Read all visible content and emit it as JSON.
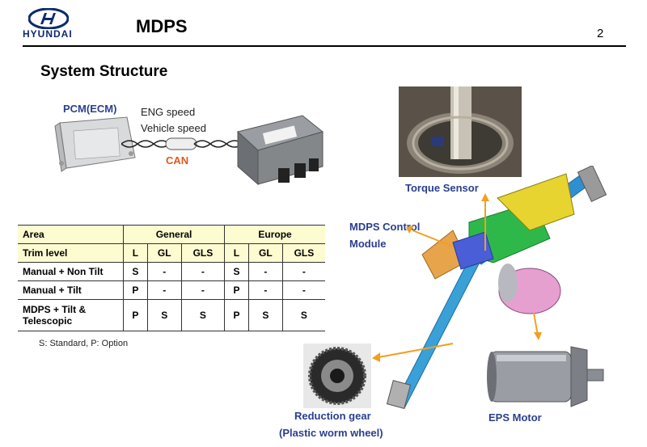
{
  "header": {
    "brand": "HYUNDAI",
    "title": "MDPS",
    "page_number": "2"
  },
  "section_title": "System Structure",
  "diagram": {
    "pcm_label": "PCM(ECM)",
    "eng_speed": "ENG speed",
    "vehicle_speed": "Vehicle speed",
    "can_label": "CAN"
  },
  "table": {
    "header1": [
      "Area",
      "General",
      "Europe"
    ],
    "header2": [
      "Trim level",
      "L",
      "GL",
      "GLS",
      "L",
      "GL",
      "GLS"
    ],
    "rows": [
      {
        "area": "Manual + Non Tilt",
        "cells": [
          "S",
          "-",
          "-",
          "S",
          "-",
          "-"
        ]
      },
      {
        "area": "Manual + Tilt",
        "cells": [
          "P",
          "-",
          "-",
          "P",
          "-",
          "-"
        ]
      },
      {
        "area": "MDPS + Tilt & Telescopic",
        "cells": [
          "P",
          "S",
          "S",
          "P",
          "S",
          "S"
        ]
      }
    ],
    "note": "S: Standard, P: Option"
  },
  "captions": {
    "torque_sensor": "Torque Sensor",
    "control_module_line1": "MDPS Control",
    "control_module_line2": "Module",
    "reduction_gear_line1": "Reduction gear",
    "reduction_gear_line2": "(Plastic worm wheel)",
    "eps_motor": "EPS Motor"
  },
  "colors": {
    "brand_navy": "#0b2a6e",
    "caption_blue": "#2a3f8f",
    "can_orange": "#e2571d",
    "arrow_orange": "#f0a020",
    "table_header_bg": "#fdfbd0"
  }
}
